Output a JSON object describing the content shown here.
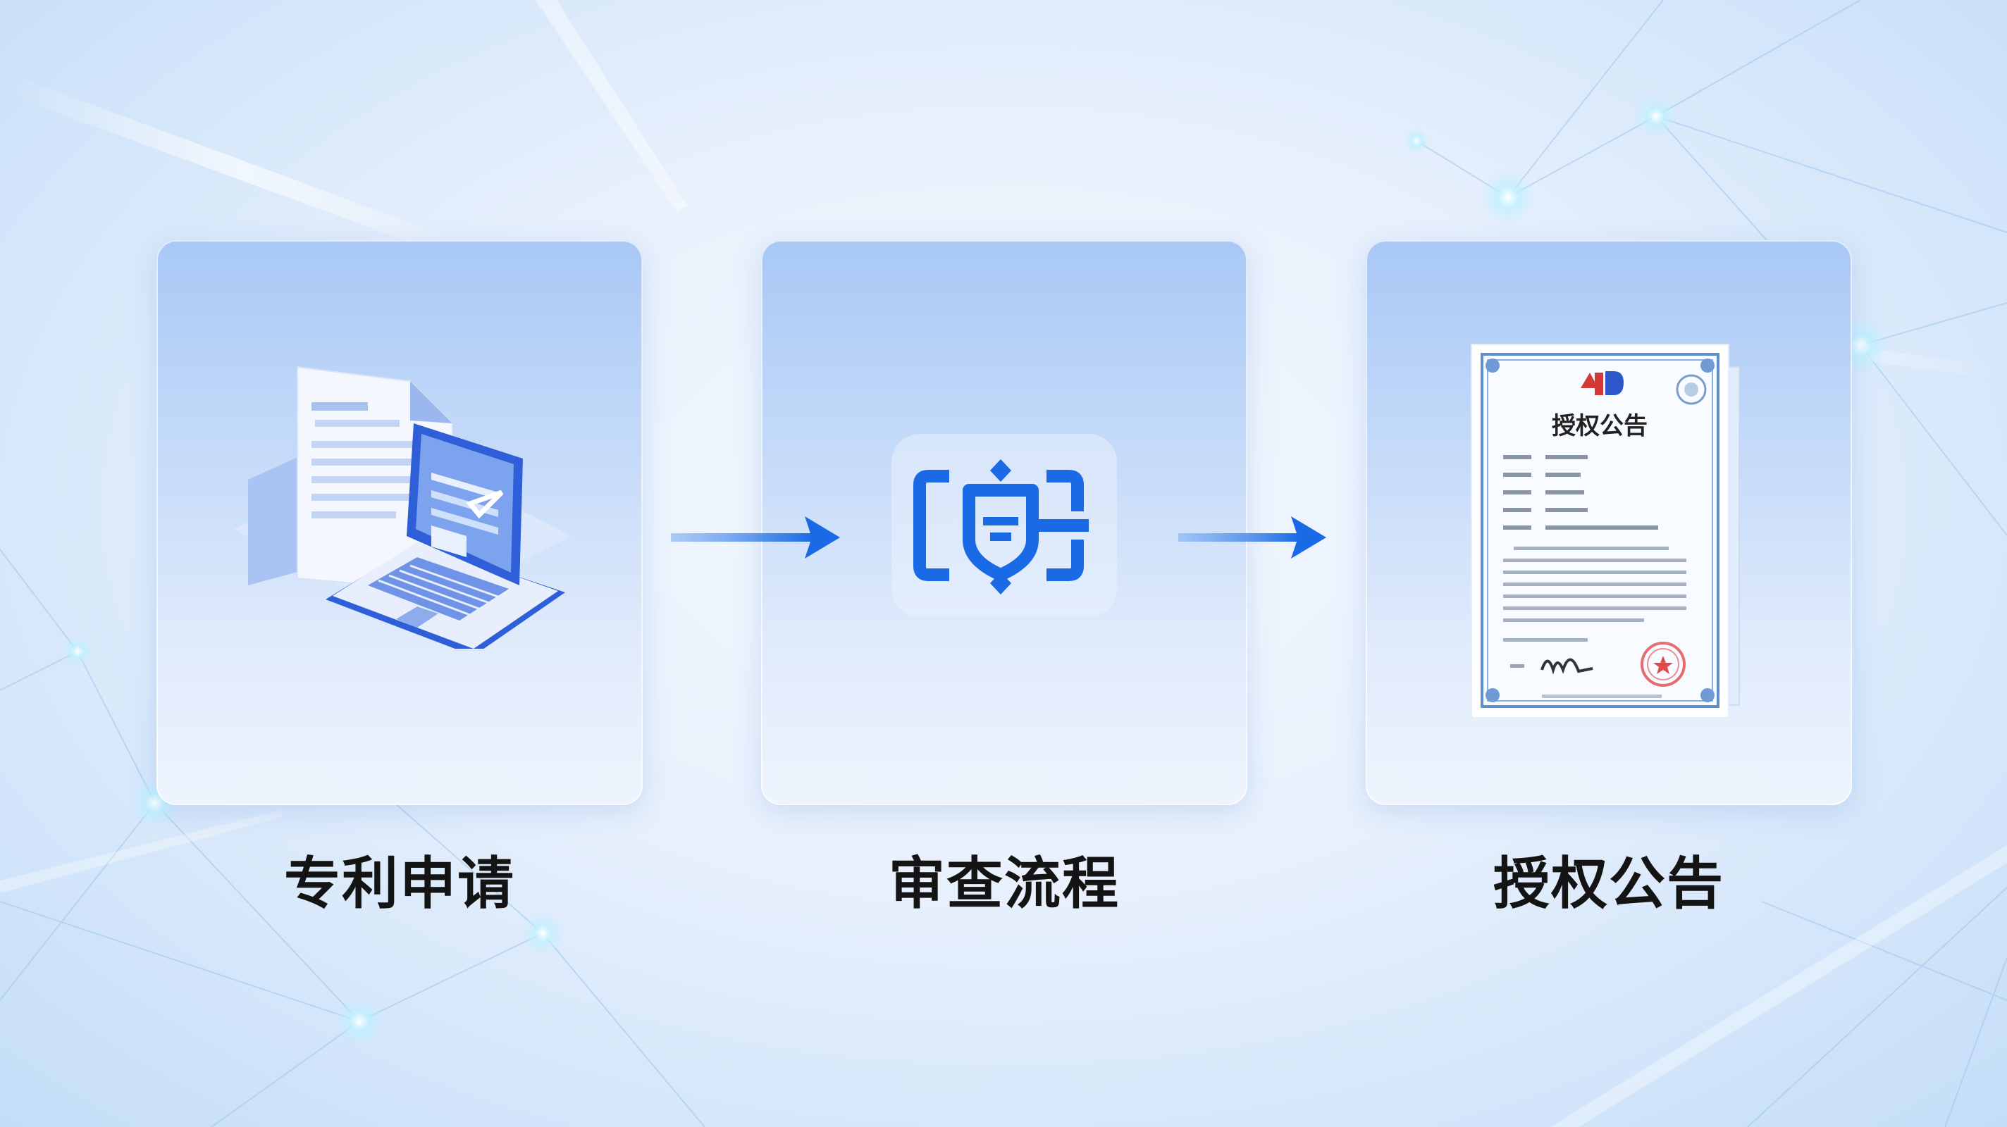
{
  "steps": [
    {
      "label": "专利申请",
      "icon": "patent-application-icon"
    },
    {
      "label": "审查流程",
      "icon": "review-shield-icon"
    },
    {
      "label": "授权公告",
      "icon": "certificate-icon"
    }
  ],
  "certificate": {
    "title": "授权公告"
  },
  "colors": {
    "accent": "#1a6ae6",
    "label_text": "#141414",
    "card_top": "#a9c8f6",
    "card_bottom": "#eef4fd"
  }
}
